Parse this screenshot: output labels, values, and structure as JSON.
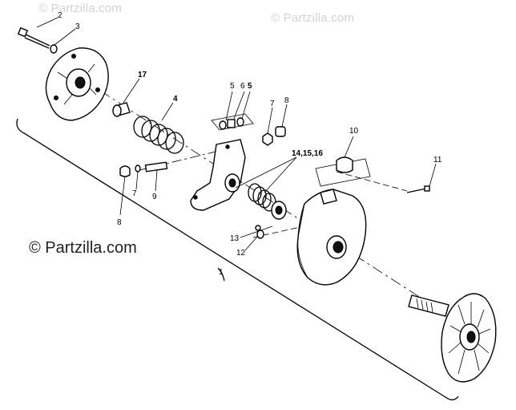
{
  "watermarks": {
    "top_left": "© Partzilla.com",
    "top_right": "© Partzilla.com",
    "main": "© Partzilla.com"
  },
  "callouts": {
    "c1": "1",
    "c2": "2",
    "c3": "3",
    "c4": "4",
    "c5a": "5",
    "c6": "6",
    "c5b": "5",
    "c7a": "7",
    "c8a": "8",
    "c7b": "7",
    "c8b": "8",
    "c9": "9",
    "c10": "10",
    "c11": "11",
    "c12": "12",
    "c13": "13",
    "c14": "14,15,16",
    "c17": "17"
  }
}
